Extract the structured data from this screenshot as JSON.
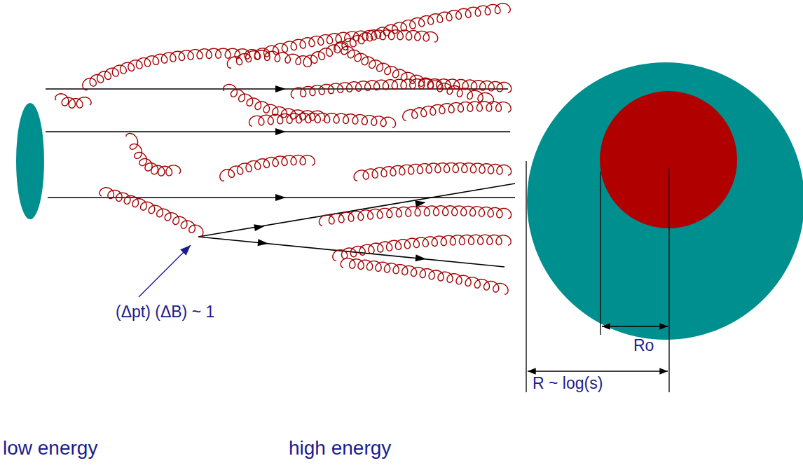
{
  "diagram": {
    "labels": [
      "(Δpt) (ΔB) ~ 1",
      "Ro",
      "R ~ log(s)",
      "low energy",
      "high energy"
    ]
  }
}
